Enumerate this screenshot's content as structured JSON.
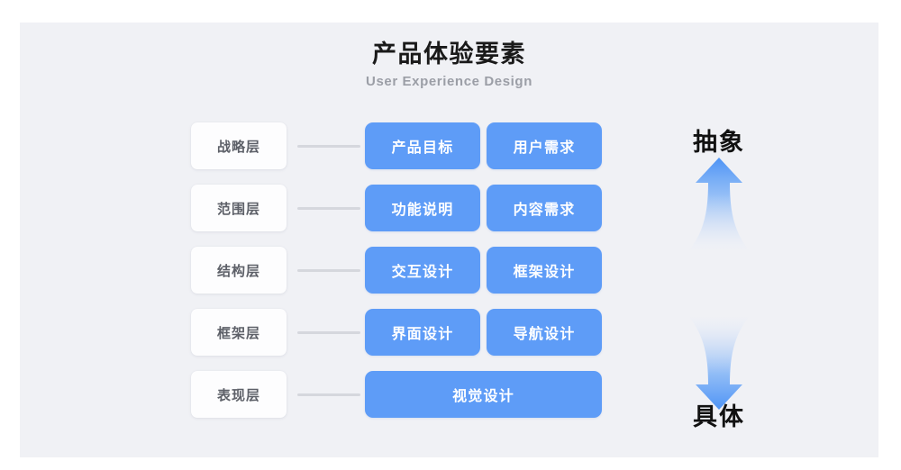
{
  "header": {
    "title": "产品体验要素",
    "subtitle": "User Experience Design"
  },
  "colors": {
    "card_blue": "#5e9cf7",
    "panel_background": "#f0f1f5",
    "chip_background": "#fdfdfe",
    "connector_gray": "#d5d7dd",
    "label_text": "#5d6068",
    "axis_text": "#111111",
    "subtitle_text": "#9b9ea6"
  },
  "matrix": {
    "rows": [
      {
        "layer": "战略层",
        "cards": [
          "产品目标",
          "用户需求"
        ]
      },
      {
        "layer": "范围层",
        "cards": [
          "功能说明",
          "内容需求"
        ]
      },
      {
        "layer": "结构层",
        "cards": [
          "交互设计",
          "框架设计"
        ]
      },
      {
        "layer": "框架层",
        "cards": [
          "界面设计",
          "导航设计"
        ]
      },
      {
        "layer": "表现层",
        "cards": [
          "视觉设计"
        ]
      }
    ]
  },
  "axis": {
    "top_label": "抽象",
    "bottom_label": "具体",
    "up_arrow_icon": "arrow-up-icon",
    "down_arrow_icon": "arrow-down-icon"
  }
}
